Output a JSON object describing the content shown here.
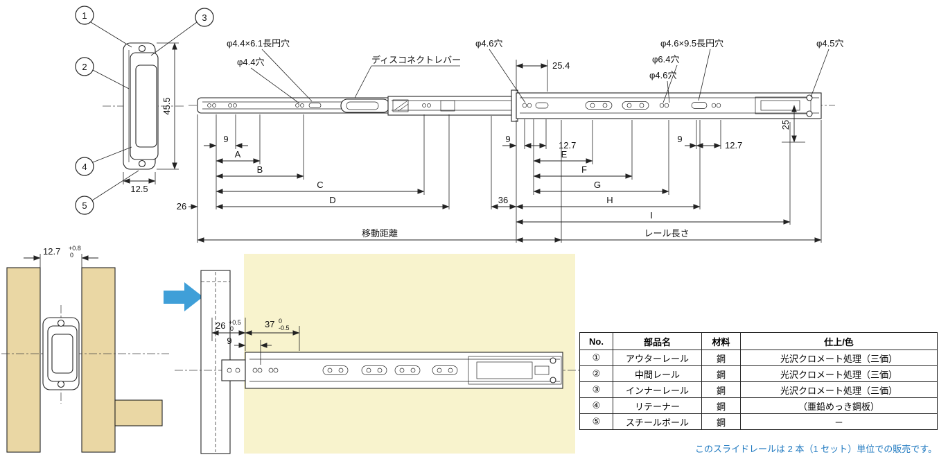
{
  "callouts": {
    "c1": "1",
    "c2": "2",
    "c3": "3",
    "c4": "4",
    "c5": "5"
  },
  "cross_section": {
    "height_dim": "45.5",
    "width_dim": "12.5"
  },
  "main": {
    "labels": {
      "oblong_hole_44": "φ4.4×6.1長円穴",
      "hole_44": "φ4.4穴",
      "disconnect_lever": "ディスコネクトレバー",
      "hole_46_top": "φ4.6穴",
      "dim_25_4": "25.4",
      "oblong_hole_46": "φ4.6×9.5長円穴",
      "hole_64": "φ6.4穴",
      "hole_46_mid": "φ4.6穴",
      "hole_45": "φ4.5穴"
    },
    "dims": {
      "nine_left": "9",
      "A": "A",
      "B": "B",
      "C": "C",
      "D": "D",
      "d26": "26",
      "travel": "移動距離",
      "nine_mid": "9",
      "d127_mid": "12.7",
      "nine_right": "9",
      "d127_right": "12.7",
      "E": "E",
      "F": "F",
      "G": "G",
      "H": "H",
      "I": "I",
      "d36": "36",
      "d25": "25",
      "rail_length": "レール長さ"
    }
  },
  "install": {
    "panel_gap": "12.7",
    "panel_gap_tol_upper": "+0.8",
    "panel_gap_tol_lower": "0",
    "d26": "26",
    "d26_tol_upper": "+0.5",
    "d26_tol_lower": "0",
    "d9": "9",
    "d37": "37",
    "d37_tol_upper": "0",
    "d37_tol_lower": "-0.5"
  },
  "table": {
    "headers": [
      "No.",
      "部品名",
      "材料",
      "仕上/色"
    ],
    "rows": [
      {
        "no": "①",
        "name": "アウターレール",
        "material": "鋼",
        "finish": "光沢クロメート処理（三価）"
      },
      {
        "no": "②",
        "name": "中間レール",
        "material": "鋼",
        "finish": "光沢クロメート処理（三価）"
      },
      {
        "no": "③",
        "name": "インナーレール",
        "material": "鋼",
        "finish": "光沢クロメート処理（三価）"
      },
      {
        "no": "④",
        "name": "リテーナー",
        "material": "鋼",
        "finish": "（亜鉛めっき鋼板）"
      },
      {
        "no": "⑤",
        "name": "スチールボール",
        "material": "鋼",
        "finish": "－"
      }
    ],
    "note": "このスライドレールは 2 本（1 セット）単位での販売です。"
  }
}
